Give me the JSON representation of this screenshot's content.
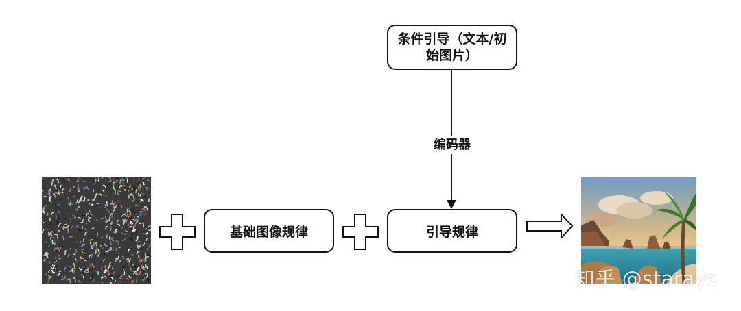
{
  "nodes": {
    "condition": {
      "line1": "条件引导（文本/初",
      "line2": "始图片）"
    },
    "base_pattern": {
      "label": "基础图像规律"
    },
    "guide_pattern": {
      "label": "引导规律"
    }
  },
  "edges": {
    "encoder": {
      "label": "编码器"
    }
  },
  "images": {
    "noise": "noise-image",
    "result": "generated-landscape-image"
  },
  "watermark": {
    "text": "知乎 @starays"
  }
}
